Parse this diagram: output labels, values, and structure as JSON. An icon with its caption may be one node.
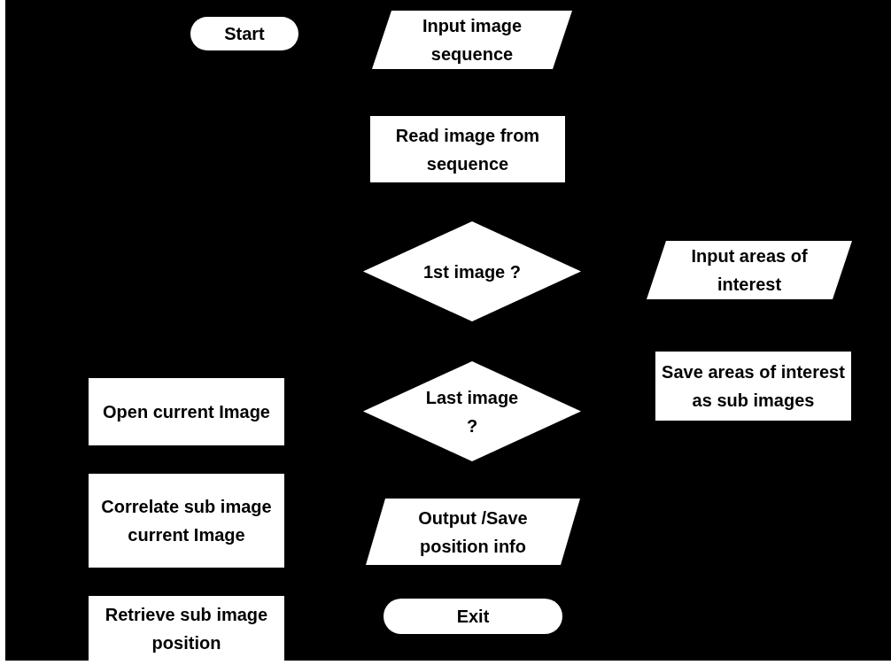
{
  "diagram": {
    "nodes": [
      {
        "text": [
          "Start"
        ]
      },
      {
        "text": [
          "Input image sequence"
        ]
      },
      {
        "text": [
          "Read image from sequence"
        ]
      },
      {
        "text": [
          "1st image ?"
        ]
      },
      {
        "text": [
          "Input areas of interest"
        ]
      },
      {
        "text": [
          "Save areas of interest as sub images"
        ]
      },
      {
        "text": [
          "Open current Image"
        ]
      },
      {
        "text": [
          "Last image ?"
        ]
      },
      {
        "text": [
          "Correlate sub image current Image"
        ]
      },
      {
        "text": [
          "Output /Save position info"
        ]
      },
      {
        "text": [
          "Retrieve sub image position"
        ]
      },
      {
        "text": [
          "Exit"
        ]
      }
    ]
  }
}
